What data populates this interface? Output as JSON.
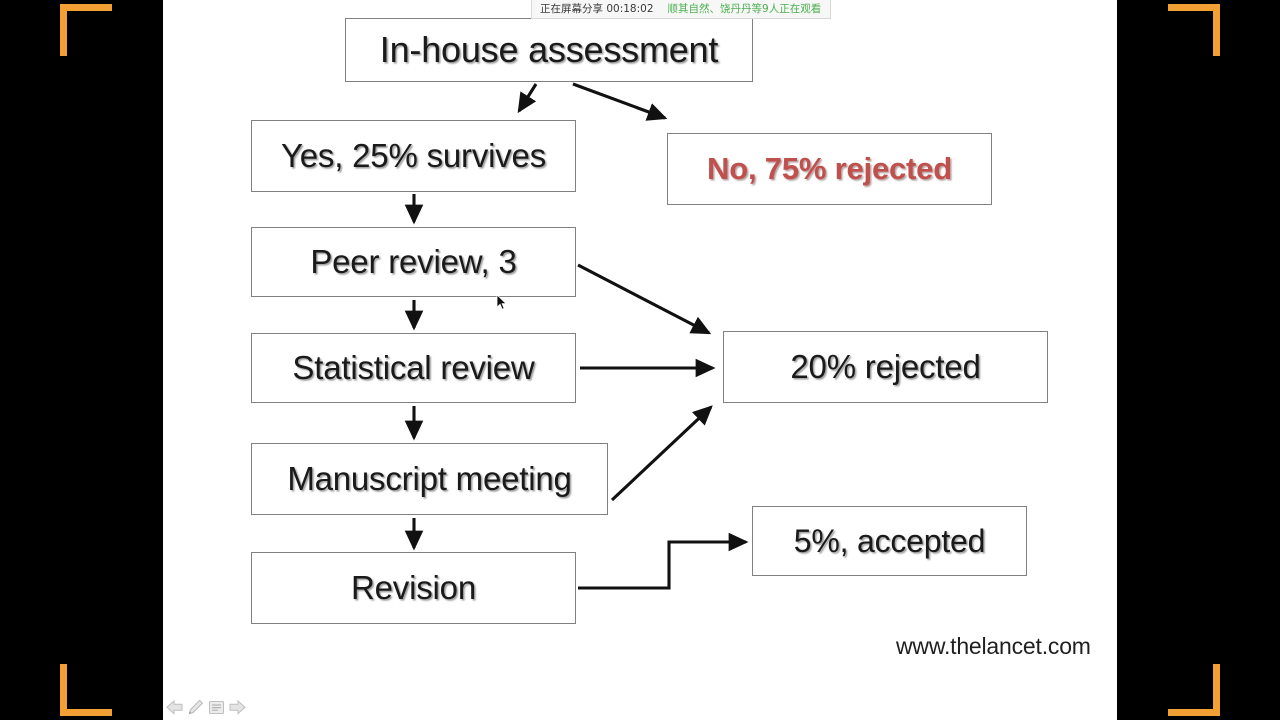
{
  "app": {
    "mode": "powerpoint-slideshow-fullscreen",
    "letterbox_color": "#000000",
    "slide_background": "#ffffff",
    "share_border_color": "#F2A033"
  },
  "share_bar": {
    "status_label": "正在屏幕分享",
    "timer": "00:18:02",
    "viewers_label": "顺其自然、饶丹丹等9人正在观看",
    "status_color": "#3a3a3a",
    "viewers_color": "#4caf50"
  },
  "slide": {
    "watermark": "www.thelancet.com",
    "accent_red": "#C0504D",
    "text_color": "#1a1a1a",
    "nodes": [
      {
        "id": "title",
        "label": "In-house assessment"
      },
      {
        "id": "yes",
        "label": "Yes, 25% survives"
      },
      {
        "id": "no",
        "label": "No, 75% rejected"
      },
      {
        "id": "peer",
        "label": "Peer review, 3"
      },
      {
        "id": "stat",
        "label": "Statistical review"
      },
      {
        "id": "manu",
        "label": "Manuscript meeting"
      },
      {
        "id": "rev",
        "label": "Revision"
      },
      {
        "id": "rej20",
        "label": "20% rejected"
      },
      {
        "id": "acc5",
        "label": "5%, accepted"
      }
    ],
    "edges": [
      {
        "from": "title",
        "to": "yes",
        "style": "diagonal-arrow"
      },
      {
        "from": "title",
        "to": "no",
        "style": "diagonal-arrow"
      },
      {
        "from": "yes",
        "to": "peer",
        "style": "vertical-arrow"
      },
      {
        "from": "peer",
        "to": "stat",
        "style": "vertical-arrow"
      },
      {
        "from": "stat",
        "to": "manu",
        "style": "vertical-arrow"
      },
      {
        "from": "manu",
        "to": "rev",
        "style": "vertical-arrow"
      },
      {
        "from": "peer",
        "to": "rej20",
        "style": "diagonal-arrow"
      },
      {
        "from": "stat",
        "to": "rej20",
        "style": "horizontal-arrow"
      },
      {
        "from": "manu",
        "to": "rej20",
        "style": "diagonal-arrow"
      },
      {
        "from": "rev",
        "to": "acc5",
        "style": "elbow-arrow"
      }
    ]
  },
  "toolbar": {
    "items": [
      {
        "name": "previous-slide",
        "icon": "left-arrow-icon"
      },
      {
        "name": "pen-tool",
        "icon": "pen-icon"
      },
      {
        "name": "slide-menu",
        "icon": "menu-icon"
      },
      {
        "name": "next-slide",
        "icon": "right-arrow-icon"
      }
    ]
  }
}
